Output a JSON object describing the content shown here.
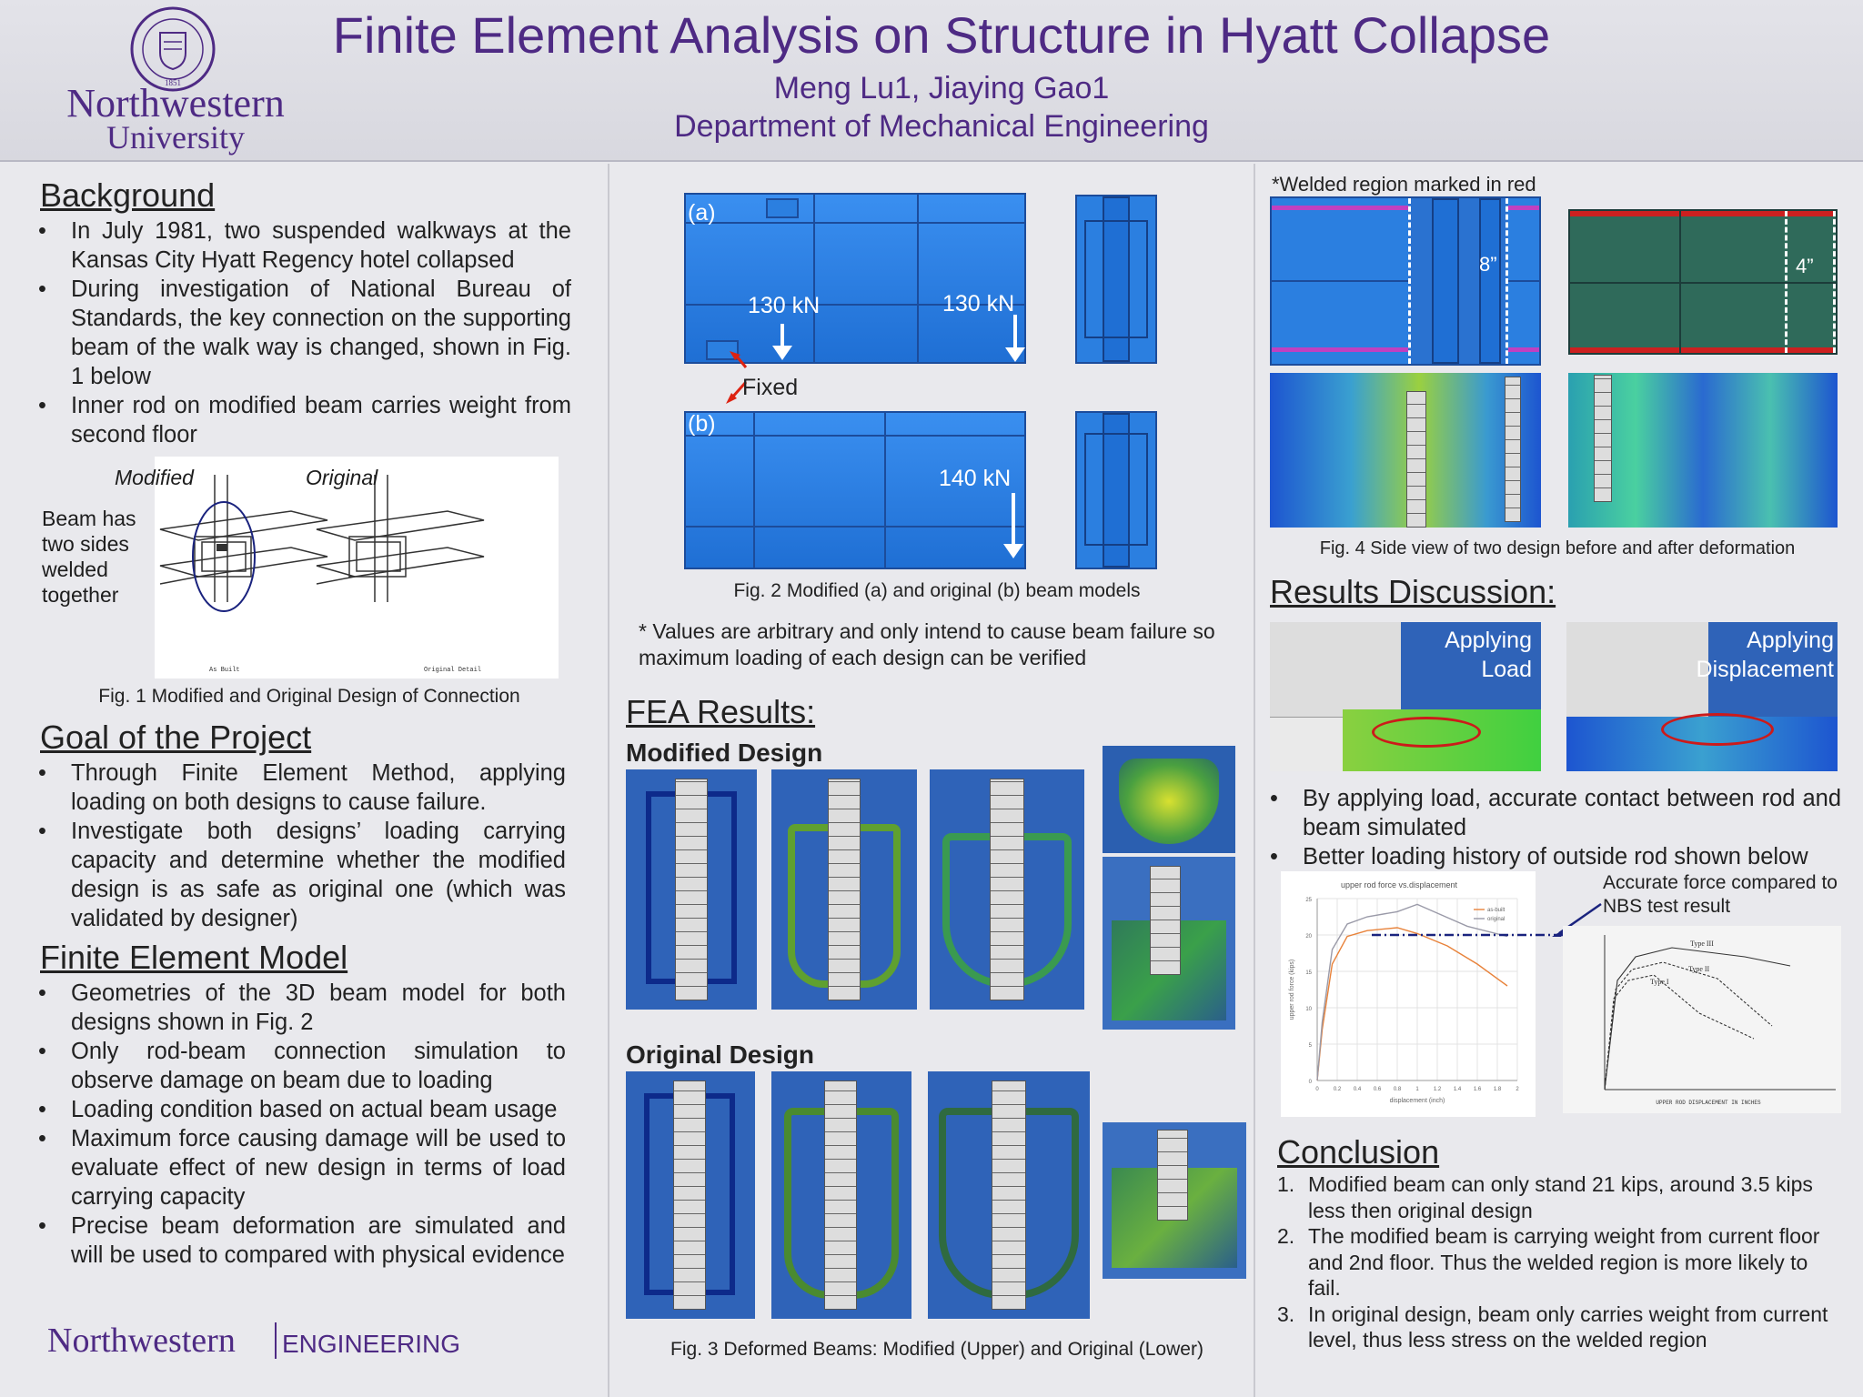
{
  "header": {
    "title": "Finite Element Analysis on Structure in Hyatt Collapse",
    "authors": "Meng Lu1, Jiaying Gao1",
    "department": "Department of Mechanical Engineering",
    "logo_line1": "Northwestern",
    "logo_line2": "University",
    "seal_year": "1851"
  },
  "background": {
    "heading": "Background",
    "bullets": [
      "In July 1981, two suspended walkways at the Kansas City Hyatt Regency hotel collapsed",
      "During investigation of National Bureau of Standards, the key connection on the supporting beam of the walk way is changed, shown in Fig. 1 below",
      "Inner rod on modified beam carries weight from second floor"
    ],
    "fig1": {
      "label_modified": "Modified",
      "label_original": "Original",
      "annotation": "Beam has two sides welded together",
      "small_left": "As Built",
      "small_right": "Original Detail",
      "caption": "Fig. 1 Modified and Original Design of Connection"
    }
  },
  "goal": {
    "heading": "Goal of the Project",
    "bullets": [
      "Through Finite Element Method, applying loading on both designs to cause failure.",
      "Investigate both designs’ loading carrying capacity and determine whether the modified design is as safe as original one (which was validated by designer)"
    ]
  },
  "fem": {
    "heading": "Finite Element Model",
    "bullets": [
      "Geometries of the 3D beam model for both designs shown in Fig. 2",
      "Only rod-beam connection simulation to observe damage on beam due to loading",
      "Loading condition based on actual beam usage",
      "Maximum force causing damage will be used to evaluate effect of new design in terms of load carrying capacity",
      "Precise beam deformation are simulated and will be used to compared with physical evidence"
    ]
  },
  "footer_logo": {
    "left": "Northwestern",
    "right": "ENGINEERING"
  },
  "fig2": {
    "label_a": "(a)",
    "label_b": "(b)",
    "load_a_left": "130 kN",
    "load_a_right": "130 kN",
    "fixed": "Fixed",
    "load_b": "140 kN",
    "caption": "Fig. 2 Modified (a)  and original (b) beam models",
    "note": "* Values are arbitrary and only intend to cause beam failure so maximum loading of each design can be verified"
  },
  "fea": {
    "heading": "FEA Results:",
    "modified": "Modified Design",
    "original": "Original Design",
    "caption": "Fig. 3 Deformed Beams: Modified (Upper) and Original (Lower)"
  },
  "fig4": {
    "note": "*Welded region marked in red",
    "dim_left": "8”",
    "dim_right": "4”",
    "caption": "Fig. 4 Side view of two design before and after deformation"
  },
  "results": {
    "heading": "Results Discussion:",
    "panel_left": "Applying Load",
    "panel_right": "Applying Displacement",
    "bullets": [
      "By applying load, accurate contact between rod and beam simulated",
      "Better loading history of outside rod shown below"
    ],
    "annotation": "Accurate force compared to NBS test result"
  },
  "chart_data": {
    "type": "line",
    "title": "upper rod force vs.displacement",
    "xlabel": "displacement (inch)",
    "ylabel": "upper rod force (kips)",
    "x_ticks": [
      "0",
      "0.2",
      "0.4",
      "0.6",
      "0.8",
      "1",
      "1.2",
      "1.4",
      "1.6",
      "1.8",
      "2"
    ],
    "y_ticks": [
      "0",
      "5",
      "10",
      "15",
      "20",
      "25"
    ],
    "xlim": [
      0,
      2
    ],
    "ylim": [
      0,
      25
    ],
    "legend_position": "top-right",
    "series": [
      {
        "name": "as-built",
        "color": "#e8823a",
        "x": [
          0,
          0.05,
          0.15,
          0.3,
          0.5,
          0.8,
          1.0,
          1.3,
          1.6,
          1.9
        ],
        "values": [
          0,
          7,
          16,
          19.8,
          20.6,
          21,
          20.2,
          18.5,
          16,
          13
        ]
      },
      {
        "name": "original",
        "color": "#9a9aa8",
        "x": [
          0,
          0.05,
          0.15,
          0.3,
          0.5,
          0.8,
          1.0,
          1.2,
          1.5,
          1.9
        ],
        "values": [
          0,
          8,
          18,
          21.5,
          22.5,
          23.2,
          24.2,
          23,
          21.2,
          19.8
        ]
      }
    ],
    "scan_xlabel": "UPPER ROD DISPLACEMENT IN INCHES",
    "scan_types": [
      "Type III",
      "Type II",
      "Type I"
    ]
  },
  "conclusion": {
    "heading": "Conclusion",
    "items": [
      "Modified beam can only stand 21 kips, around 3.5 kips less then original design",
      "The modified beam is carrying weight from current floor and 2nd floor. Thus the welded region is more likely to fail.",
      "In original design, beam only carries weight from current level, thus less stress on the welded region"
    ]
  },
  "colors": {
    "purple": "#4e2a84",
    "beam_blue": "#2b7fe0",
    "weld_red": "#cc2020"
  }
}
